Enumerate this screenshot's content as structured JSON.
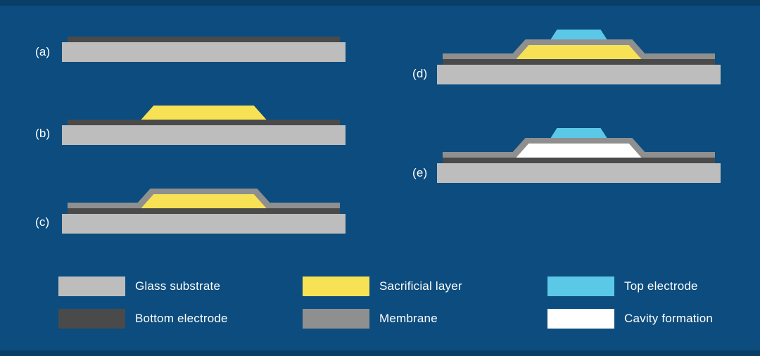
{
  "panels": [
    {
      "label": "(a)"
    },
    {
      "label": "(b)"
    },
    {
      "label": "(c)"
    },
    {
      "label": "(d)"
    },
    {
      "label": "(e)"
    }
  ],
  "legend": [
    {
      "label": "Glass substrate",
      "color": "#bdbdbd"
    },
    {
      "label": "Sacrificial layer",
      "color": "#f6e254"
    },
    {
      "label": "Top electrode",
      "color": "#5cc8e8"
    },
    {
      "label": "Bottom electrode",
      "color": "#4a4a4a"
    },
    {
      "label": "Membrane",
      "color": "#8f8f8f"
    },
    {
      "label": "Cavity formation",
      "color": "#ffffff"
    }
  ],
  "colors": {
    "background": "#0c4c7e",
    "edge_stripe": "#093e66",
    "text": "#ffffff"
  }
}
